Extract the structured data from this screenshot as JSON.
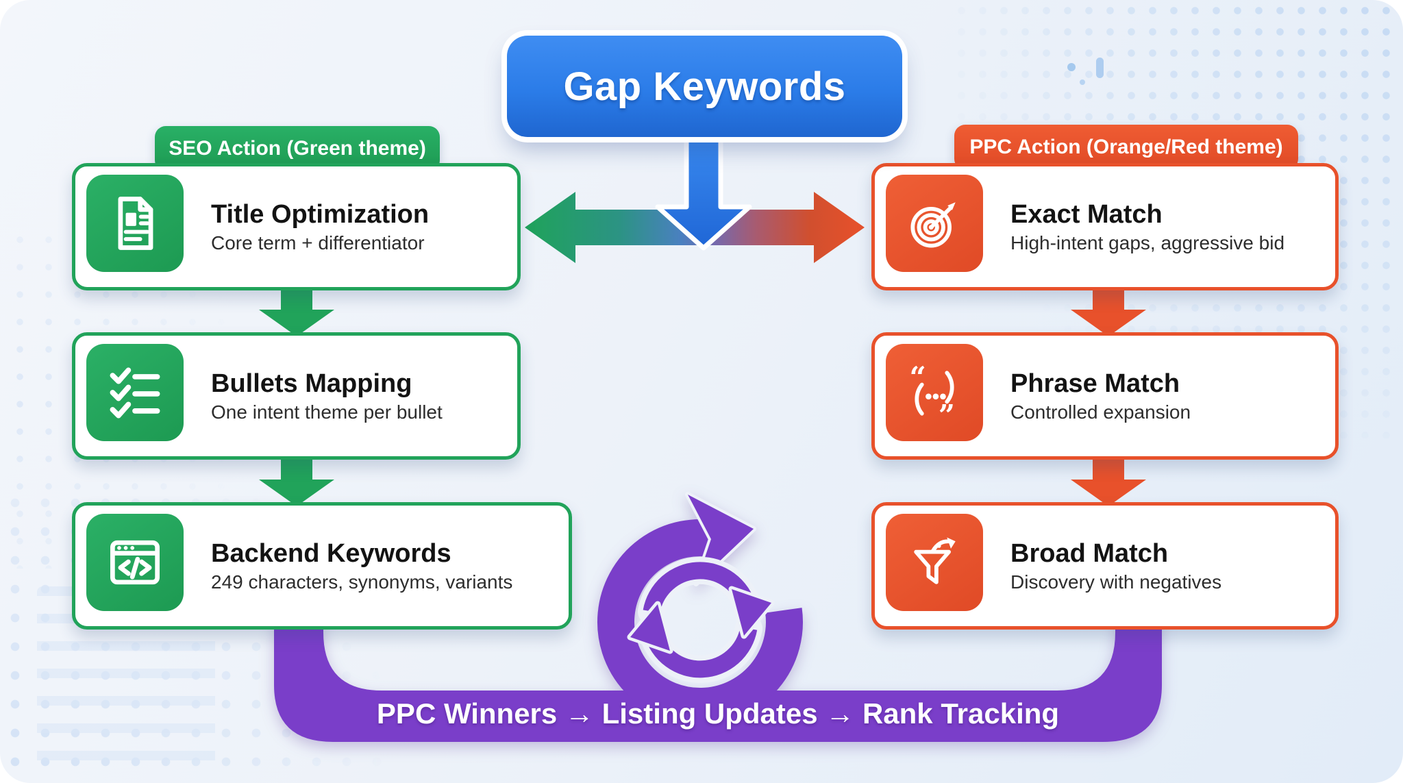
{
  "header": {
    "title": "Gap Keywords",
    "color": "#2b7ce8"
  },
  "seo": {
    "tab_label": "SEO Action (Green theme)",
    "theme_color": "#21a35a",
    "cards": [
      {
        "title": "Title Optimization",
        "subtitle": "Core term + differentiator",
        "icon": "document-icon"
      },
      {
        "title": "Bullets Mapping",
        "subtitle": "One intent theme per bullet",
        "icon": "checklist-icon"
      },
      {
        "title": "Backend Keywords",
        "subtitle": "249 characters, synonyms, variants",
        "icon": "code-icon"
      }
    ]
  },
  "ppc": {
    "tab_label": "PPC Action (Orange/Red theme)",
    "theme_color": "#e8512b",
    "cards": [
      {
        "title": "Exact Match",
        "subtitle": "High-intent gaps, aggressive bid",
        "icon": "target-icon"
      },
      {
        "title": "Phrase Match",
        "subtitle": "Controlled expansion",
        "icon": "quotes-icon"
      },
      {
        "title": "Broad Match",
        "subtitle": "Discovery with negatives",
        "icon": "funnel-icon"
      }
    ]
  },
  "loop": {
    "label": "PPC Winners → Listing Updates → Rank Tracking",
    "color": "#7a3ec9"
  }
}
